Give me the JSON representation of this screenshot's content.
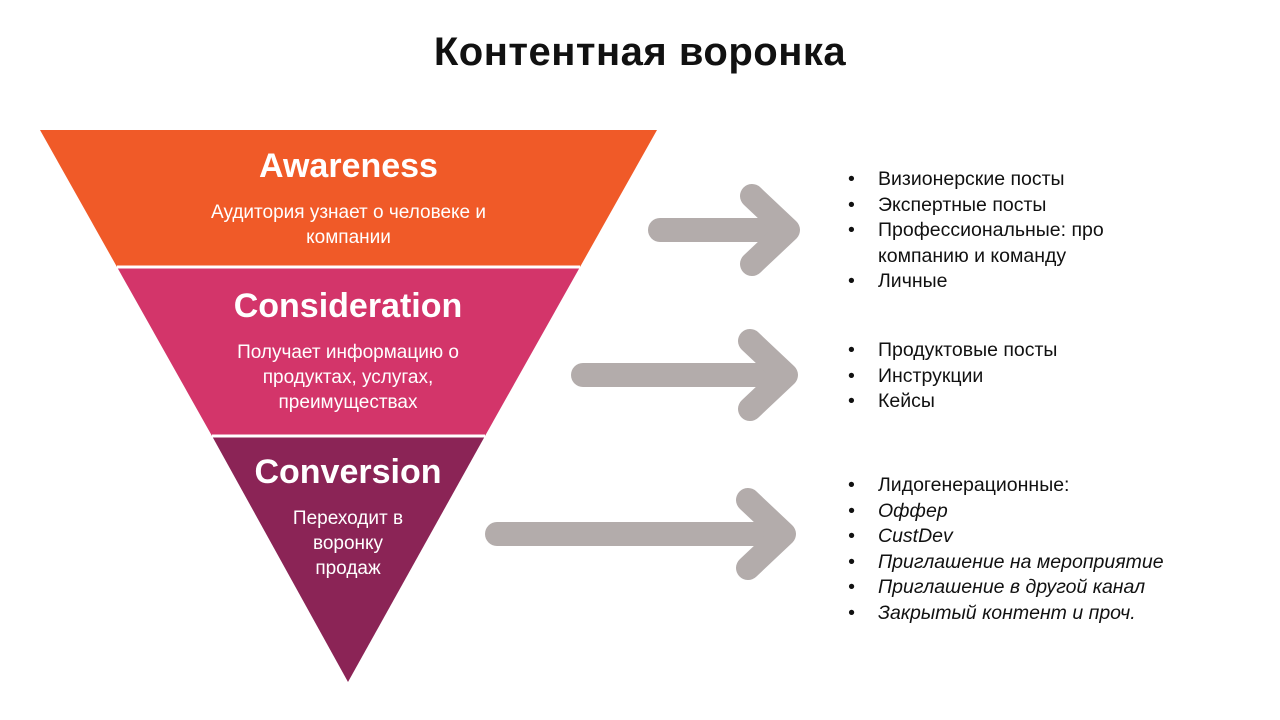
{
  "title": "Контентная воронка",
  "colors": {
    "awareness": "#F05A28",
    "consideration": "#D3356A",
    "conversion": "#8B2456",
    "arrow": "#B3ACAB"
  },
  "stages": [
    {
      "name": "Awareness",
      "description": "Аудитория узнает о человеке и компании",
      "bullets": [
        {
          "text": "Визионерские посты",
          "italic": false
        },
        {
          "text": "Экспертные посты",
          "italic": false
        },
        {
          "text": "Профессиональные: про компанию и команду",
          "italic": false
        },
        {
          "text": "Личные",
          "italic": false
        }
      ]
    },
    {
      "name": "Consideration",
      "description": "Получает информацию о продуктах, услугах, преимуществах",
      "bullets": [
        {
          "text": "Продуктовые посты",
          "italic": false
        },
        {
          "text": "Инструкции",
          "italic": false
        },
        {
          "text": "Кейсы",
          "italic": false
        }
      ]
    },
    {
      "name": "Conversion",
      "description": "Переходит в воронку продаж",
      "bullets": [
        {
          "text": "Лидогенерационные:",
          "italic": false
        },
        {
          "text": "Оффер",
          "italic": true
        },
        {
          "text": "CustDev",
          "italic": true
        },
        {
          "text": "Приглашение на мероприятие",
          "italic": true
        },
        {
          "text": "Приглашение в другой канал",
          "italic": true
        },
        {
          "text": "Закрытый контент и проч.",
          "italic": true
        }
      ]
    }
  ]
}
